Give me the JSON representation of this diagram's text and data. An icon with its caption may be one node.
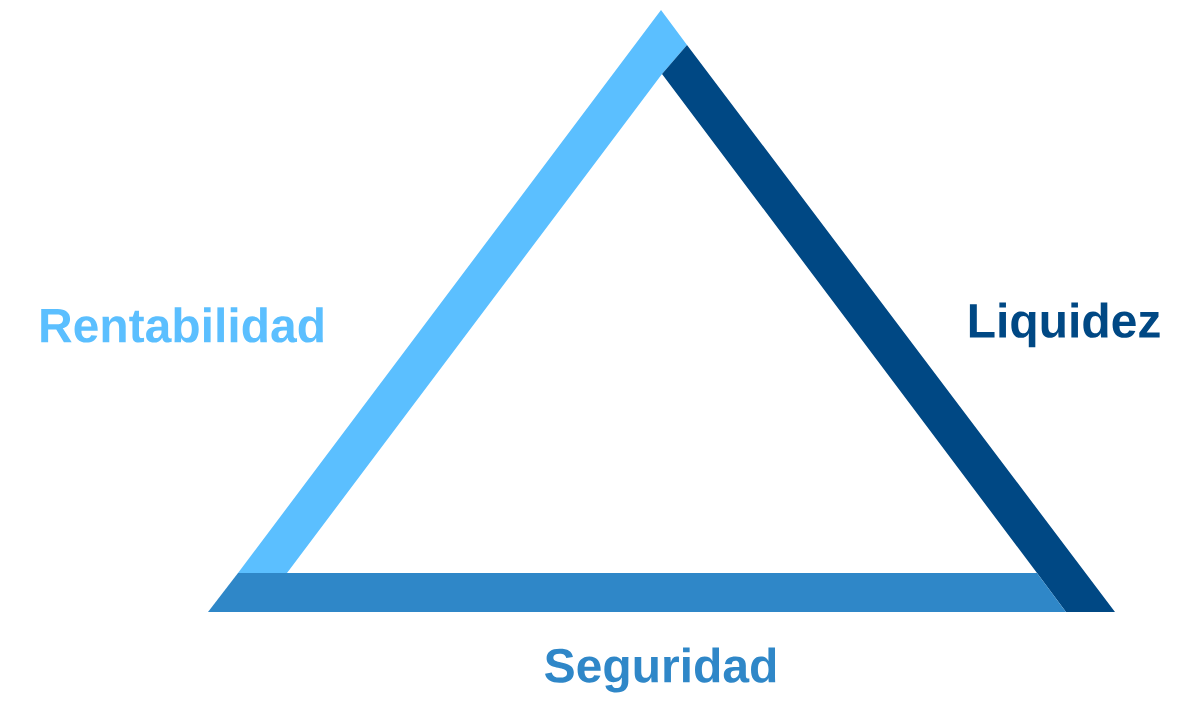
{
  "diagram": {
    "labels": [
      "Rentabilidad",
      "Liquidez",
      "Seguridad"
    ]
  }
}
